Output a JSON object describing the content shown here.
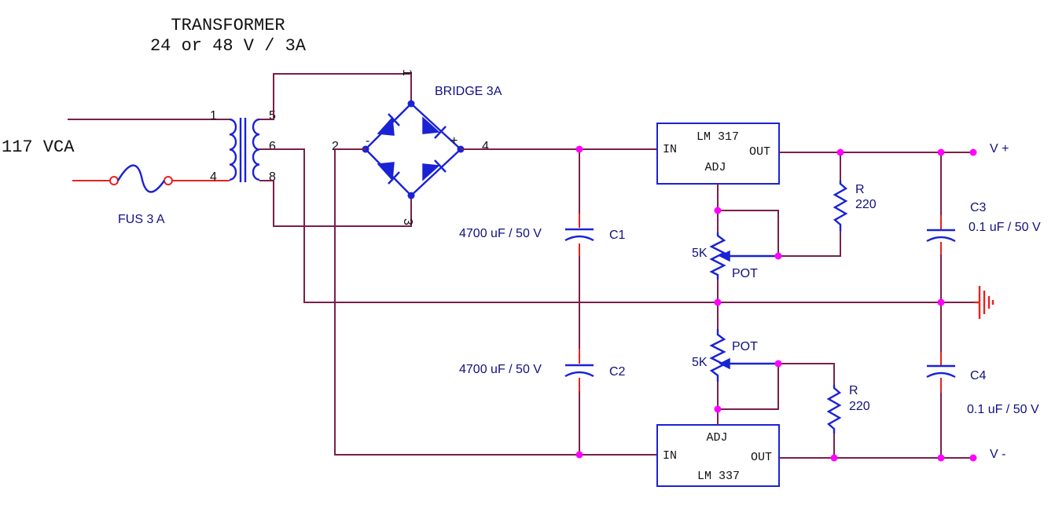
{
  "transformer": {
    "title": "TRANSFORMER",
    "rating": "24 or 48 V / 3A",
    "pins": {
      "p1": "1",
      "p4": "4",
      "p5": "5",
      "p6": "6",
      "p8": "8"
    }
  },
  "mains_input": {
    "label": "117 VCA"
  },
  "fuse": {
    "label": "FUS 3 A"
  },
  "bridge": {
    "label": "BRIDGE 3A",
    "pins": {
      "p1": "1",
      "p2": "2",
      "p3": "3",
      "p4": "4",
      "minus": "-",
      "plus": "+"
    }
  },
  "capacitors": {
    "c1": {
      "name": "C1",
      "value": "4700 uF / 50 V"
    },
    "c2": {
      "name": "C2",
      "value": "4700 uF / 50 V"
    },
    "c3": {
      "name": "C3",
      "value": "0.1 uF / 50 V"
    },
    "c4": {
      "name": "C4",
      "value": "0.1 uF / 50 V"
    }
  },
  "regulators": {
    "lm317": {
      "name": "LM 317",
      "in": "IN",
      "out": "OUT",
      "adj": "ADJ"
    },
    "lm337": {
      "name": "LM 337",
      "in": "IN",
      "out": "OUT",
      "adj": "ADJ"
    }
  },
  "resistors": {
    "r_top": {
      "name": "R",
      "value": "220"
    },
    "r_bottom": {
      "name": "R",
      "value": "220"
    }
  },
  "pots": {
    "pot_top": {
      "value": "5K",
      "name": "POT"
    },
    "pot_bottom": {
      "value": "5K",
      "name": "POT"
    }
  },
  "outputs": {
    "v_plus": "V +",
    "v_minus": "V -"
  }
}
